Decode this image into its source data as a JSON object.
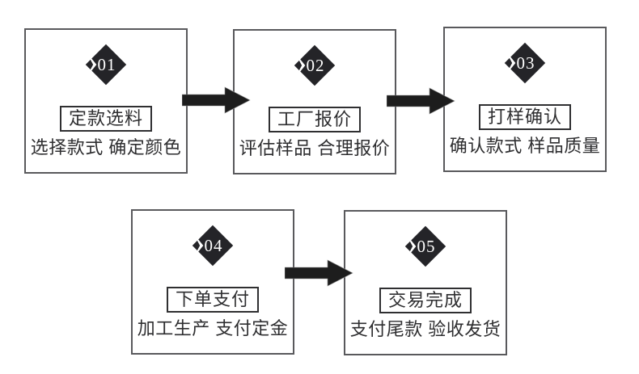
{
  "diagram": {
    "type": "process-flow",
    "language": "zh-CN",
    "steps": [
      {
        "number": "01",
        "title": "定款选料",
        "subtitle": "选择款式 确定颜色"
      },
      {
        "number": "02",
        "title": "工厂报价",
        "subtitle": "评估样品 合理报价"
      },
      {
        "number": "03",
        "title": "打样确认",
        "subtitle": "确认款式 样品质量"
      },
      {
        "number": "04",
        "title": "下单支付",
        "subtitle": "加工生产 支付定金"
      },
      {
        "number": "05",
        "title": "交易完成",
        "subtitle": "支付尾款 验收发货"
      }
    ],
    "arrows": [
      {
        "from": "01",
        "to": "02",
        "direction": "right"
      },
      {
        "from": "02",
        "to": "03",
        "direction": "right"
      },
      {
        "from": "04",
        "to": "05",
        "direction": "right"
      }
    ]
  },
  "colors": {
    "background": "#ffffff",
    "box_border": "#59595c",
    "title_border": "#2f2f31",
    "text": "#2e2e30",
    "diamond_fill": "#242428",
    "arrow_fill": "#1d1d1d",
    "number_text": "#ffffff"
  }
}
